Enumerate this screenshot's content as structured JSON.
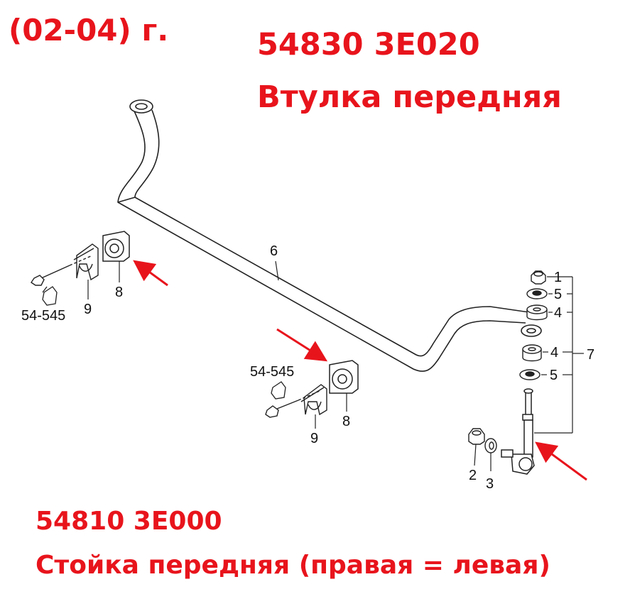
{
  "header": {
    "year_range": "(02-04) г.",
    "bushing_part_number": "54830 3E020",
    "bushing_name": "Втулка передняя"
  },
  "footer": {
    "link_part_number": "54810 3E000",
    "link_name": "Стойка передняя (правая = левая)"
  },
  "callouts": {
    "item1": "1",
    "item2": "2",
    "item3": "3",
    "item4_upper": "4",
    "item4_lower": "4",
    "item5_upper": "5",
    "item5_lower": "5",
    "item6": "6",
    "item7": "7",
    "item8_left": "8",
    "item8_center": "8",
    "item9_left": "9",
    "item9_center": "9",
    "ref_left": "54-545",
    "ref_center": "54-545"
  },
  "colors": {
    "accent_red": "#e8141c",
    "line": "#222222"
  }
}
